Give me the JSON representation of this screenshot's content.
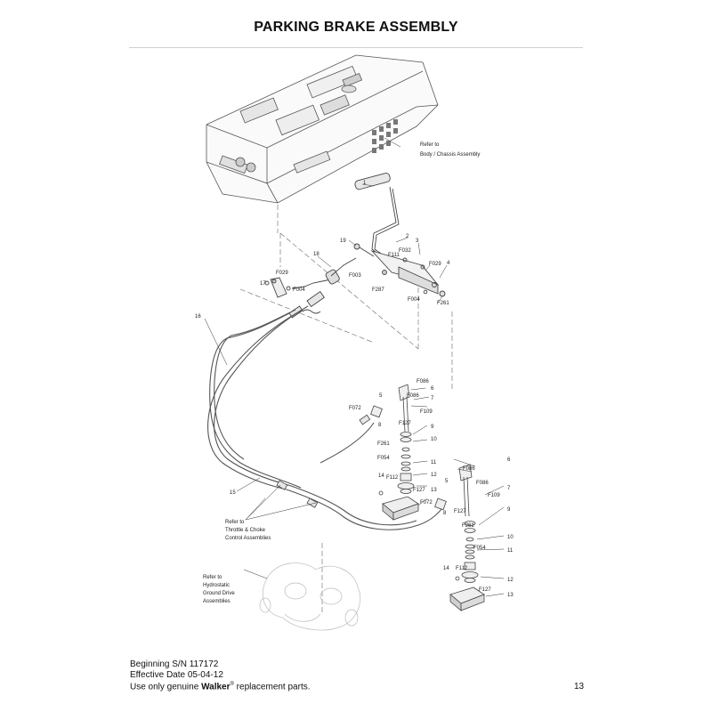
{
  "title": "PARKING BRAKE ASSEMBLY",
  "callouts": {
    "body_ref": [
      "Refer to",
      "Body / Chassis Assembly"
    ],
    "throttle_ref": [
      "Refer to",
      "Throttle & Choke",
      "Control Assemblies"
    ],
    "hydro_ref": [
      "Refer to",
      "Hydrostatic",
      "Ground Drive",
      "Assemblies"
    ]
  },
  "parts": {
    "p1": "1",
    "p2": "2",
    "p3": "3",
    "p4": "4",
    "p16": "16",
    "p17": "17",
    "p18": "18",
    "p19": "19",
    "p15": "15",
    "f111": "F111",
    "f032": "F032",
    "f029a": "F029",
    "f029b": "F029",
    "f003": "F003",
    "f287": "F287",
    "f004a": "F004",
    "f004b": "F004",
    "f261a": "F261",
    "l_f086a": "F086",
    "l_f086b": "F086",
    "l_5": "5",
    "l_6": "6",
    "l_7": "7",
    "l_f072": "F072",
    "l_8": "8",
    "l_f109": "F109",
    "l_f127": "F127",
    "l_9": "9",
    "l_f261": "F261",
    "l_10": "10",
    "l_f054": "F054",
    "l_11": "11",
    "l_f112": "F112",
    "l_12": "12",
    "l_14": "14",
    "l_f127b": "F127",
    "l_13": "13",
    "r_f086a": "F086",
    "r_f086b": "F086",
    "r_6": "6",
    "r_5": "5",
    "r_7": "7",
    "r_f072": "F072",
    "r_8": "8",
    "r_f109": "F109",
    "r_f127": "F127",
    "r_9": "9",
    "r_f261": "F261",
    "r_10": "10",
    "r_f054": "F054",
    "r_11": "11",
    "r_14": "14",
    "r_f112": "F112",
    "r_12": "12",
    "r_f127b": "F127",
    "r_13": "13"
  },
  "footer": {
    "line1": "Beginning S/N 117172",
    "line2": "Effective Date 05-04-12",
    "line3_pre": "Use only genuine ",
    "brand": "Walker",
    "reg": "®",
    "line3_post": " replacement parts."
  },
  "page_number": "13"
}
